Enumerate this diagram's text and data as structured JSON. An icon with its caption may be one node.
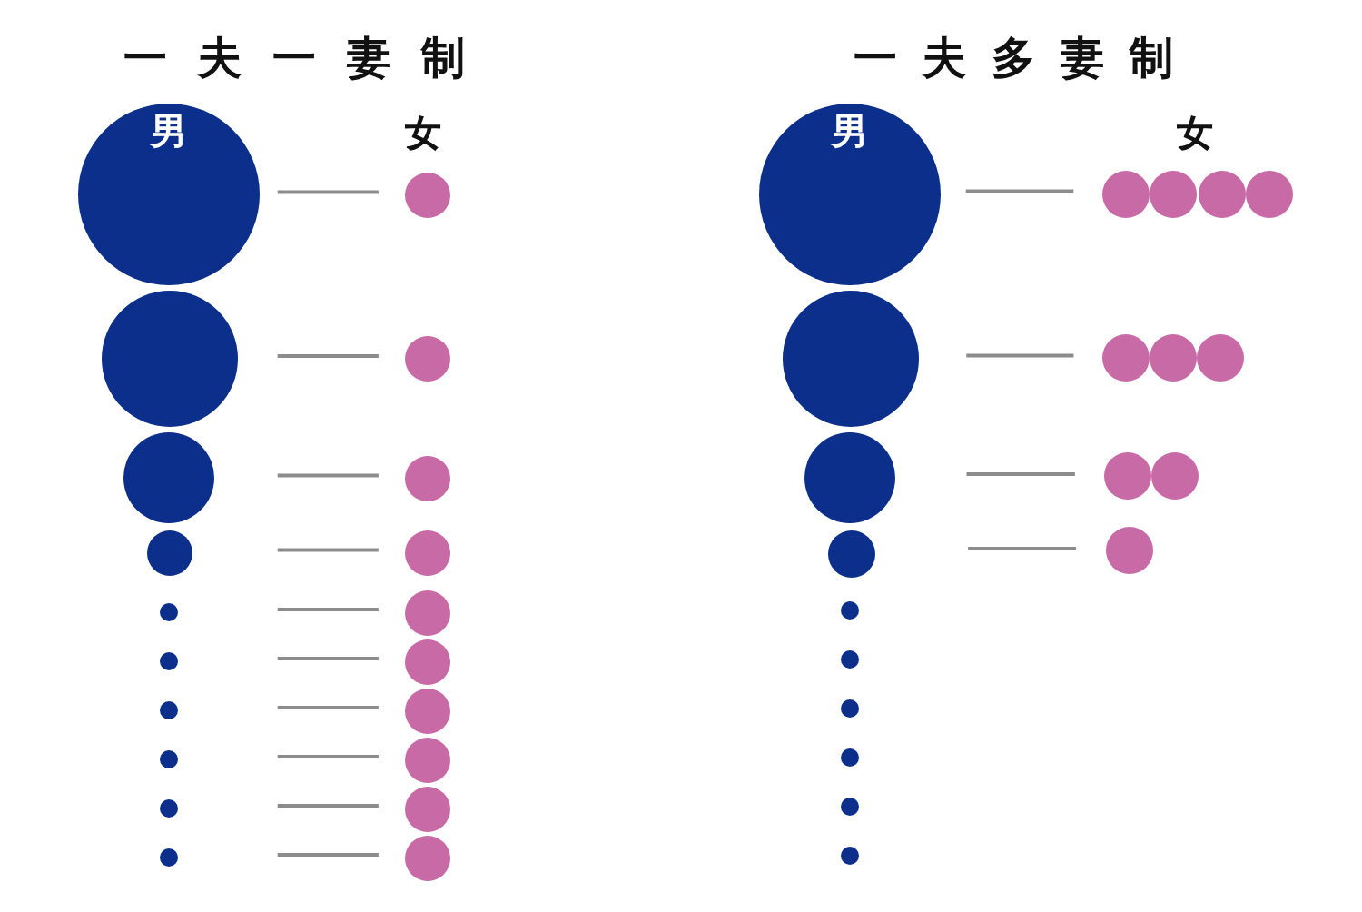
{
  "diagram": {
    "nodes": [
      {
        "text": [
          "男"
        ]
      },
      {
        "text": [],
        "shape": "circle"
      },
      {
        "text": [],
        "shape": "circle"
      },
      {
        "text": [],
        "shape": "circle"
      },
      {
        "text": [],
        "shape": "circle"
      },
      {
        "text": [],
        "shape": "circle"
      },
      {
        "text": [],
        "shape": "circle"
      },
      {
        "text": [],
        "shape": "circle"
      },
      {
        "text": [],
        "shape": "circle"
      },
      {
        "text": [],
        "shape": "circle"
      },
      {
        "text": [],
        "shape": "circle"
      },
      {
        "text": [],
        "shape": "circle"
      },
      {
        "text": [],
        "shape": "circle"
      },
      {
        "text": [],
        "shape": "circle"
      },
      {
        "text": [],
        "shape": "circle"
      },
      {
        "text": [],
        "shape": "circle"
      },
      {
        "text": [],
        "shape": "circle"
      },
      {
        "text": [],
        "shape": "circle"
      },
      {
        "text": [],
        "shape": "circle"
      },
      {
        "text": [],
        "shape": "circle"
      },
      {
        "text": [
          "男"
        ]
      },
      {
        "text": [],
        "shape": "circle"
      },
      {
        "text": [],
        "shape": "circle"
      },
      {
        "text": [],
        "shape": "circle"
      },
      {
        "text": [],
        "shape": "circle"
      },
      {
        "text": [],
        "shape": "circle"
      },
      {
        "text": [],
        "shape": "circle"
      },
      {
        "text": [],
        "shape": "circle"
      },
      {
        "text": [],
        "shape": "circle"
      },
      {
        "text": [],
        "shape": "circle"
      },
      {
        "text": [],
        "shape": "circle"
      },
      {
        "text": [],
        "shape": "circle"
      },
      {
        "text": [],
        "shape": "circle"
      },
      {
        "text": [],
        "shape": "circle"
      },
      {
        "text": [],
        "shape": "circle"
      },
      {
        "text": [],
        "shape": "circle"
      },
      {
        "text": [],
        "shape": "circle"
      },
      {
        "text": [],
        "shape": "circle"
      },
      {
        "text": [],
        "shape": "circle"
      },
      {
        "text": [],
        "shape": "circle"
      }
    ],
    "edges": [
      {
        "from": 0,
        "to": 1,
        "arrow": "none"
      },
      {
        "from": 2,
        "to": 3,
        "arrow": "none"
      },
      {
        "from": 4,
        "to": 5,
        "arrow": "none"
      },
      {
        "from": 6,
        "to": 7,
        "arrow": "none"
      },
      {
        "from": 8,
        "to": 9,
        "arrow": "none"
      },
      {
        "from": 10,
        "to": 11,
        "arrow": "none"
      },
      {
        "from": 12,
        "to": 13,
        "arrow": "none"
      },
      {
        "from": 14,
        "to": 15,
        "arrow": "none"
      },
      {
        "from": 16,
        "to": 17,
        "arrow": "none"
      },
      {
        "from": 18,
        "to": 19,
        "arrow": "none"
      },
      {
        "from": 20,
        "to": 21,
        "arrow": "none"
      },
      {
        "from": 25,
        "to": 26,
        "arrow": "none"
      },
      {
        "from": 29,
        "to": 30,
        "arrow": "none"
      },
      {
        "from": 32,
        "to": 33,
        "arrow": "none"
      }
    ],
    "labels": [
      "一夫一妻制",
      "女",
      "一夫多妻制",
      "女"
    ]
  }
}
